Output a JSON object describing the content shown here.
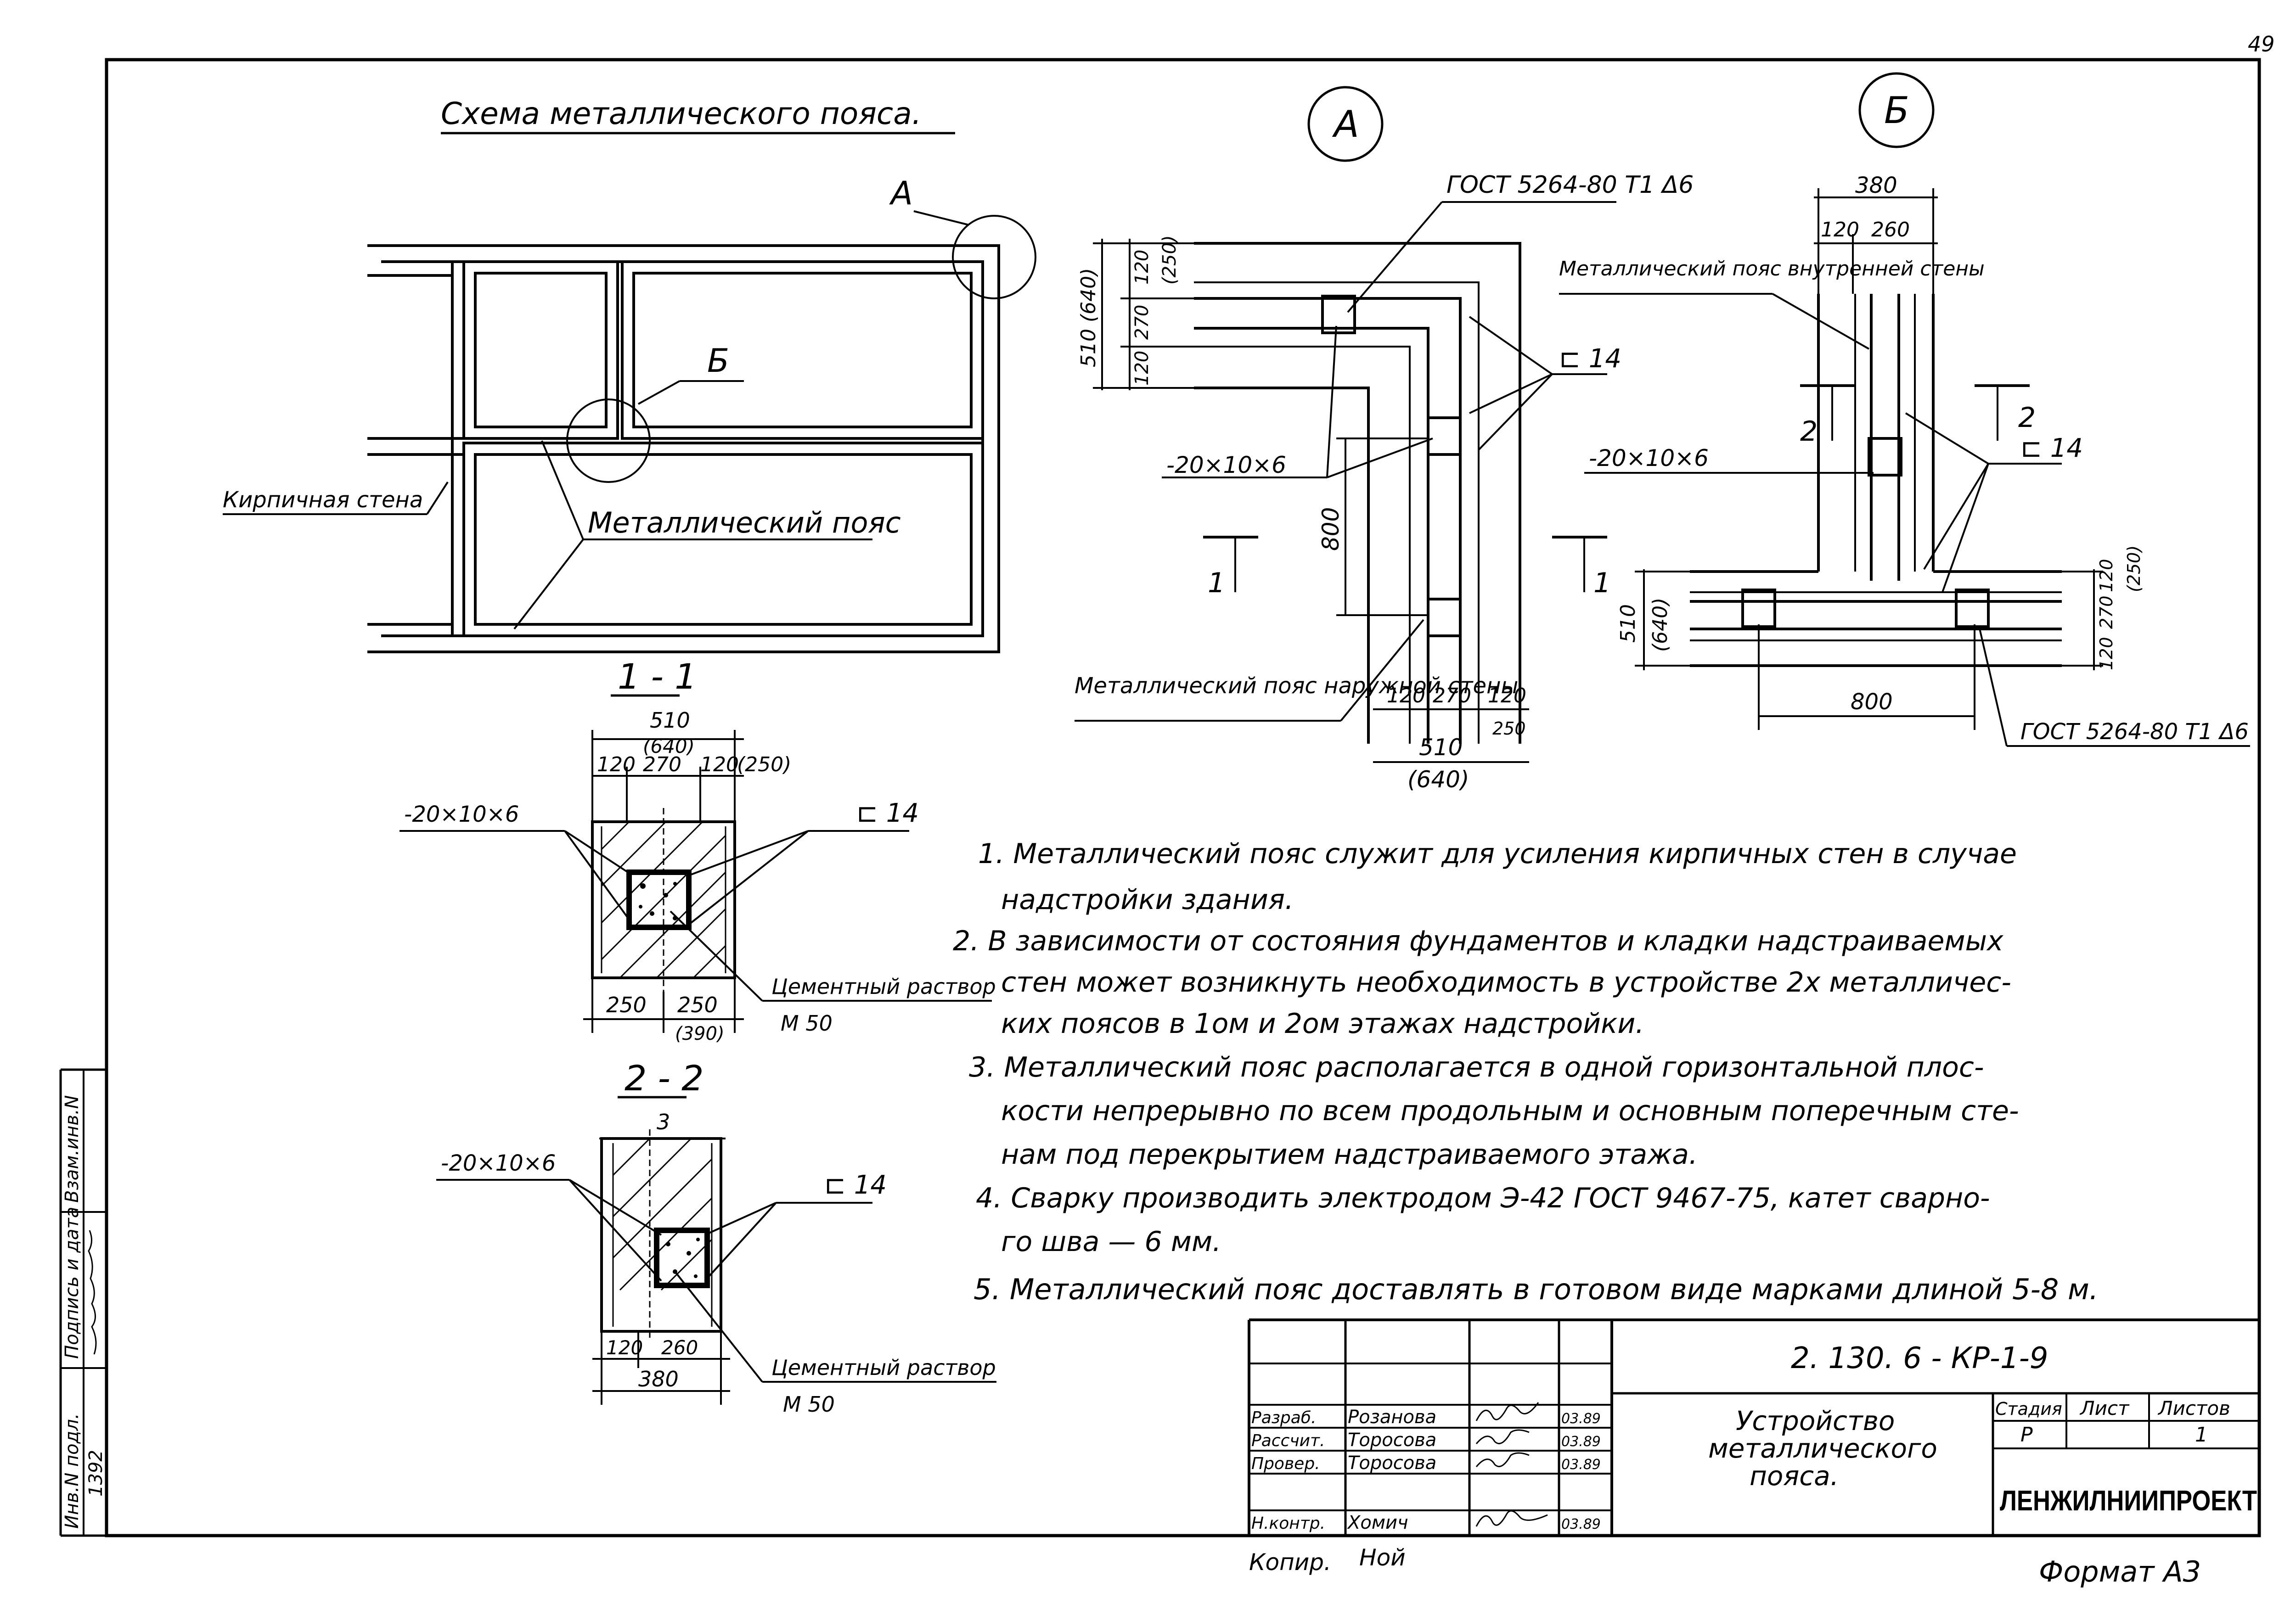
{
  "sheet_corner": "49",
  "scheme": {
    "title": "Схема металлического пояса.",
    "label_a": "A",
    "label_b": "Б",
    "brick_wall": "Кирпичная стена",
    "metal_belt": "Металлический пояс"
  },
  "node_a": {
    "marker": "А",
    "gost": "ГОСТ 5264-80 Т1 Δ6",
    "plate": "-20×10×6",
    "channel": "⊏ 14",
    "dim_800": "800",
    "dims_left": [
      "510 (640)",
      "120",
      "270",
      "120",
      "(250)"
    ],
    "dims_bottom": [
      "120",
      "270",
      "120",
      "250",
      "510",
      "(640)"
    ],
    "outer_belt": "Металлический пояс наружной стены",
    "section_mark": "1"
  },
  "node_b": {
    "marker": "Б",
    "dims_top": [
      "380",
      "120",
      "260"
    ],
    "inner_belt": "Металлический пояс внутренней стены",
    "plate": "-20×10×6",
    "channel": "⊏ 14",
    "section_mark": "2",
    "section_mark_right": "1",
    "dims_left": [
      "510",
      "(640)"
    ],
    "dims_right": [
      "120",
      "270",
      "120",
      "(250)"
    ],
    "dim_800": "800",
    "gost": "ГОСТ 5264-80 Т1 Δ6"
  },
  "section_11": {
    "title": "1 - 1",
    "dims_top": [
      "510",
      "(640)",
      "120",
      "270",
      "120",
      "(250)"
    ],
    "plate": "-20×10×6",
    "channel": "⊏ 14",
    "mortar": "Цементный раствор",
    "mortar_grade": "М 50",
    "dims_bottom": [
      "250",
      "250",
      "(390)"
    ]
  },
  "section_22": {
    "title": "2 - 2",
    "dim_top": "3",
    "plate": "-20×10×6",
    "channel": "⊏ 14",
    "mortar": "Цементный раствор",
    "mortar_grade": "М 50",
    "dims_bottom": [
      "120",
      "260",
      "380"
    ]
  },
  "notes": [
    "1. Металлический пояс служит для усиления кирпичных стен в случае",
    "надстройки здания.",
    "2. В зависимости от состояния фундаментов и кладки надстраиваемых",
    "стен может возникнуть необходимость в устройстве 2х металличес-",
    "ких поясов в 1ом и 2ом этажах надстройки.",
    "3. Металлический пояс располагается в одной горизонтальной плос-",
    "кости непрерывно по всем продольным и основным поперечным сте-",
    "нам под перекрытием надстраиваемого этажа.",
    "4. Сварку производить электродом Э-42 ГОСТ 9467-75, катет сварно-",
    "го шва — 6 мм.",
    "5. Металлический пояс доставлять в готовом виде марками длиной 5-8 м."
  ],
  "stamp": {
    "code": "2. 130. 6 - КР-1-9",
    "title_lines": [
      "Устройство",
      "металлического",
      "пояса."
    ],
    "stage_header": "Стадия",
    "sheet_header": "Лист",
    "sheets_header": "Листов",
    "stage": "Р",
    "sheet": "",
    "sheets": "1",
    "org": "ЛЕНЖИЛНИИПРОЕКТ",
    "rows": [
      {
        "role": "Разраб.",
        "name": "Розанова",
        "date": "03.89"
      },
      {
        "role": "Рассчит.",
        "name": "Торосова",
        "date": "03.89"
      },
      {
        "role": "Провер.",
        "name": "Торосова",
        "date": "03.89"
      },
      {
        "role": "",
        "name": "",
        "date": ""
      },
      {
        "role": "Н.контр.",
        "name": "Хомич",
        "date": "03.89"
      }
    ]
  },
  "copy_label": "Копир.",
  "copy_name": "Ной",
  "format": "Формат А3",
  "side": {
    "inv_orig": "Инв.N подл.",
    "sign_date": "Подпись и дата",
    "inv_repl": "Взам.инв.N",
    "inv_value": "1392"
  }
}
